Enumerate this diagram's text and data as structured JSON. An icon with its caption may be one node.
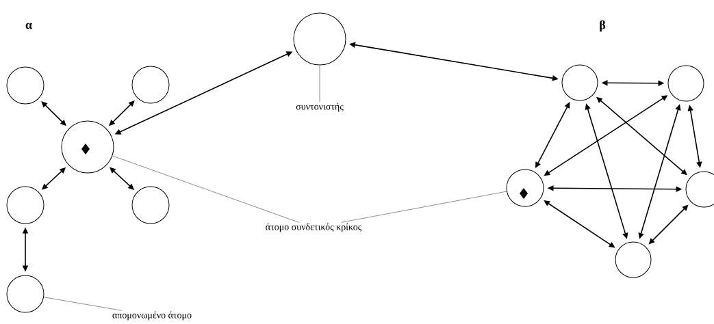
{
  "diagram": {
    "nodes": [
      {
        "text": [],
        "shape": "circle"
      },
      {
        "text": [],
        "shape": "circle"
      },
      {
        "text": [],
        "shape": "circle"
      },
      {
        "text": [],
        "shape": "circle"
      },
      {
        "text": [],
        "shape": "circle"
      },
      {
        "text": [],
        "shape": "circle"
      },
      {
        "text": [],
        "shape": "circle"
      },
      {
        "text": [],
        "shape": "circle"
      },
      {
        "text": [],
        "shape": "circle"
      },
      {
        "text": [],
        "shape": "circle"
      },
      {
        "text": [],
        "shape": "circle"
      },
      {
        "text": [],
        "shape": "circle"
      },
      {
        "text": [
          "συντονιστής"
        ]
      },
      {
        "text": [
          "άτομο συνδετικός κρίκος"
        ]
      },
      {
        "text": [
          "απομονωμένο άτομο"
        ]
      }
    ],
    "edges": [
      {
        "from": 0,
        "to": 2,
        "arrow": "both"
      },
      {
        "from": 1,
        "to": 2,
        "arrow": "both"
      },
      {
        "from": 3,
        "to": 2,
        "arrow": "both"
      },
      {
        "from": 4,
        "to": 2,
        "arrow": "both"
      },
      {
        "from": 3,
        "to": 5,
        "arrow": "both"
      },
      {
        "from": 2,
        "to": 6,
        "arrow": "both"
      },
      {
        "from": 6,
        "to": 7,
        "arrow": "both"
      },
      {
        "from": 7,
        "to": 8,
        "arrow": "both"
      },
      {
        "from": 7,
        "to": 9,
        "arrow": "both"
      },
      {
        "from": 7,
        "to": 10,
        "arrow": "both"
      },
      {
        "from": 7,
        "to": 11,
        "arrow": "both"
      },
      {
        "from": 8,
        "to": 9,
        "arrow": "both"
      },
      {
        "from": 8,
        "to": 11,
        "arrow": "both"
      },
      {
        "from": 8,
        "to": 10,
        "arrow": "both"
      },
      {
        "from": 9,
        "to": 10,
        "arrow": "both"
      },
      {
        "from": 9,
        "to": 11,
        "arrow": "both"
      },
      {
        "from": 10,
        "to": 11,
        "arrow": "both"
      },
      {
        "from": 12,
        "to": 6,
        "arrow": "none",
        "color": "#808080"
      },
      {
        "from": 13,
        "to": 2,
        "arrow": "none",
        "color": "#808080"
      },
      {
        "from": 13,
        "to": 9,
        "arrow": "none",
        "color": "#808080"
      },
      {
        "from": 14,
        "to": 5,
        "arrow": "none",
        "color": "#808080"
      }
    ],
    "labels": [
      "α",
      "β"
    ]
  }
}
